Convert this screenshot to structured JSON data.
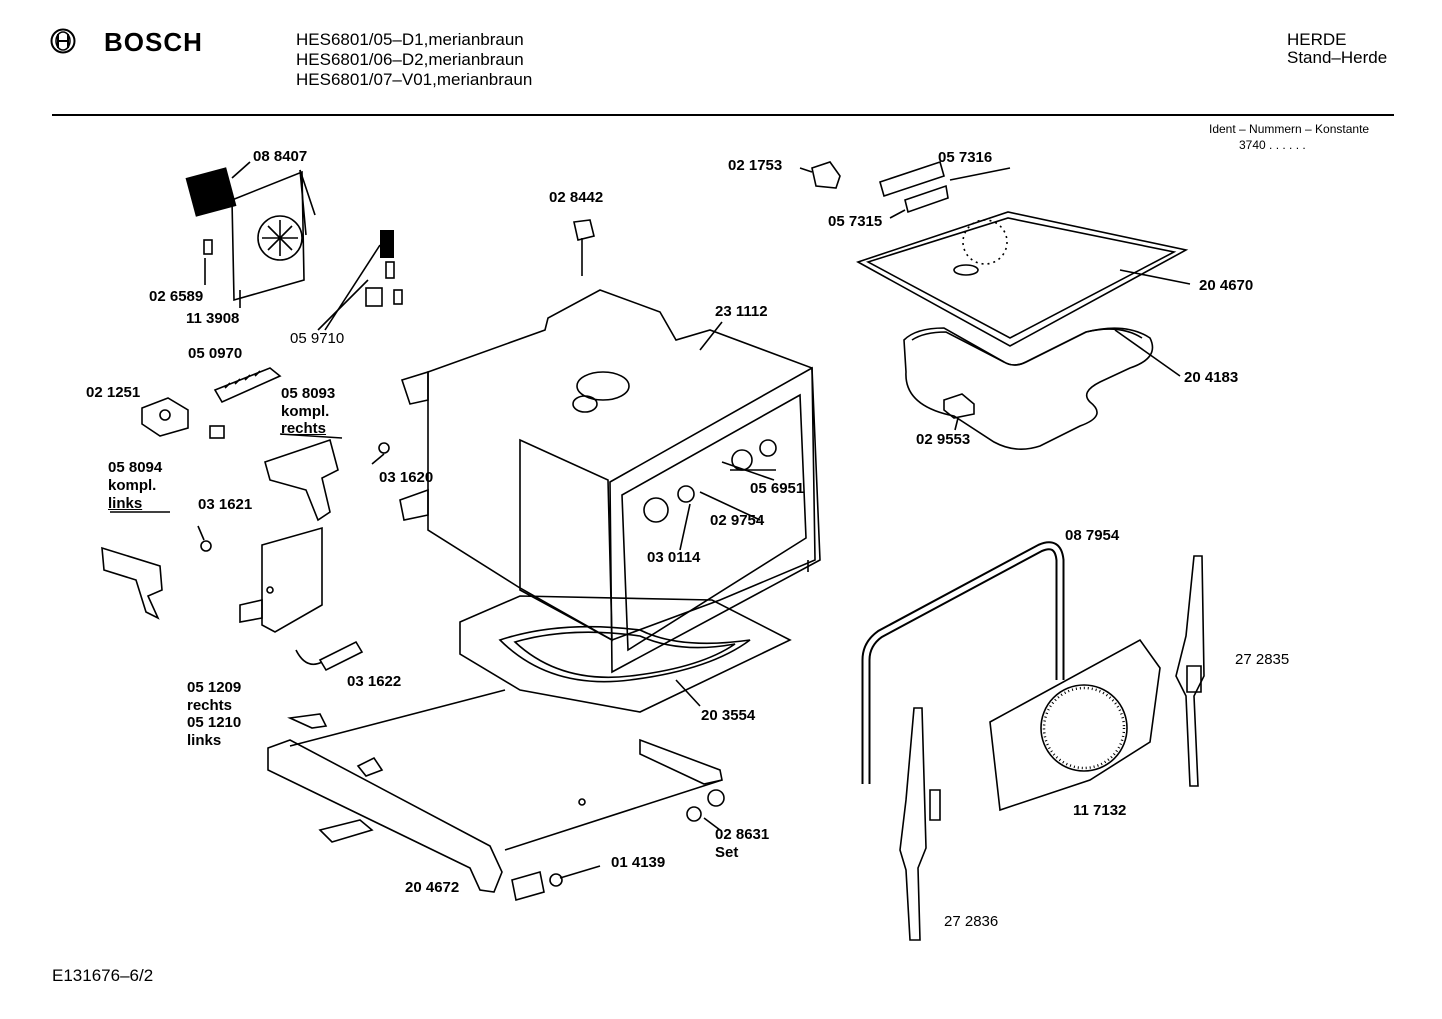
{
  "header": {
    "brand": "BOSCH",
    "models": [
      "HES6801/05–D1,merianbraun",
      "HES6801/06–D2,merianbraun",
      "HES6801/07–V01,merianbraun"
    ],
    "category": "HERDE",
    "subcategory": "Stand–Herde",
    "ident_label": "Ident – Nummern – Konstante",
    "ident_value": "3740 . . . . . ."
  },
  "parts": {
    "p088407": "08 8407",
    "p026589": "02 6589",
    "p113908": "11 3908",
    "p059710": "05 9710",
    "p050970": "05 0970",
    "p021251": "02 1251",
    "p058093": "05 8093",
    "kompl1": "kompl.",
    "rechts1": "rechts",
    "p031620": "03 1620",
    "p058094": "05 8094",
    "kompl2": "kompl.",
    "links1": "links",
    "p031621": "03 1621",
    "p031622": "03 1622",
    "p051209": "05 1209",
    "rechts2": "rechts",
    "p051210": "05 1210",
    "links2": "links",
    "p028442": "02 8442",
    "p021753": "02 1753",
    "p231112": "23 1112",
    "p057316": "05 7316",
    "p057315": "05 7315",
    "p204670": "20 4670",
    "p204183": "20 4183",
    "p029553": "02 9553",
    "p056951": "05 6951",
    "p029754": "02 9754",
    "p030114": "03 0114",
    "p087954": "08 7954",
    "p272835": "27 2835",
    "p203554": "20 3554",
    "p117132": "11 7132",
    "p028631": "02 8631",
    "set": "Set",
    "p014139": "01 4139",
    "p204672": "20 4672",
    "p272836": "27 2836"
  },
  "footer": {
    "code": "E131676–6/2"
  }
}
